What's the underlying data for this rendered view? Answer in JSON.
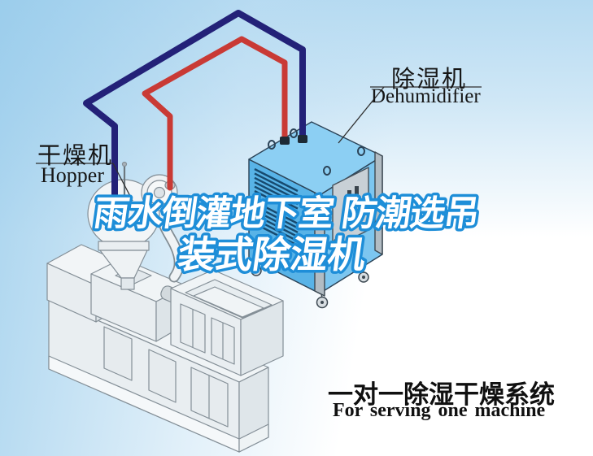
{
  "diagram": {
    "title": {
      "line1": "雨水倒灌地下室 防潮选吊",
      "line2": "装式除湿机"
    },
    "labels": {
      "hopper": {
        "zh": "干燥机",
        "en": "Hopper"
      },
      "dehumidifier": {
        "zh": "除湿机",
        "en": "Dehumidifier"
      }
    },
    "caption": {
      "zh": "一对一除湿干燥系统",
      "en": "For serving one machine"
    },
    "colors": {
      "title_fill": "#ffffff",
      "title_outline": "#1e8ed8",
      "pipe_red": "#c93a35",
      "pipe_navy": "#232178",
      "dehumidifier_top_face": "#8ccff3",
      "dehumidifier_left_face": "#58b3e7",
      "dehumidifier_right_face": "#7cc6f0",
      "panel_gray": "#c8d0d6",
      "sky_top_left": "#9ccdea",
      "label_text": "#161616"
    }
  }
}
